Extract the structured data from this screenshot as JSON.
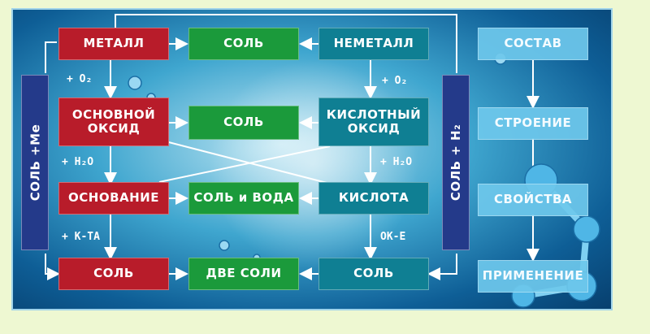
{
  "metals": [
    "МЕТАЛЛ",
    "ОСНОВНОЙ\nОКСИД",
    "ОСНОВАНИЕ",
    "СОЛЬ"
  ],
  "salts": [
    "СОЛЬ",
    "СОЛЬ",
    "СОЛЬ и ВОДА",
    "ДВЕ СОЛИ"
  ],
  "nonmetals": [
    "НЕМЕТАЛЛ",
    "КИСЛОТНЫЙ\nОКСИД",
    "КИСЛОТА",
    "СОЛЬ"
  ],
  "aspects": [
    "СОСТАВ",
    "СТРОЕНИЕ",
    "СВОЙСТВА",
    "ПРИМЕНЕНИЕ"
  ],
  "side_left": "СОЛЬ +Ме",
  "side_right": "СОЛЬ + Н₂",
  "labels": {
    "plus_o2_left": "+ O₂",
    "plus_h2o_left": "+ H₂O",
    "plus_kta": "+ К-ТА",
    "plus_o2_right": "+ O₂",
    "plus_h2o_right": "+ H₂O",
    "ok_e": "ОК-Е"
  },
  "colors": {
    "metal": "#b81c2a",
    "salt": "#1b9a3b",
    "nonmetal": "#0f7f93",
    "aspect": "#6ec8eb",
    "side": "#243a8a"
  }
}
